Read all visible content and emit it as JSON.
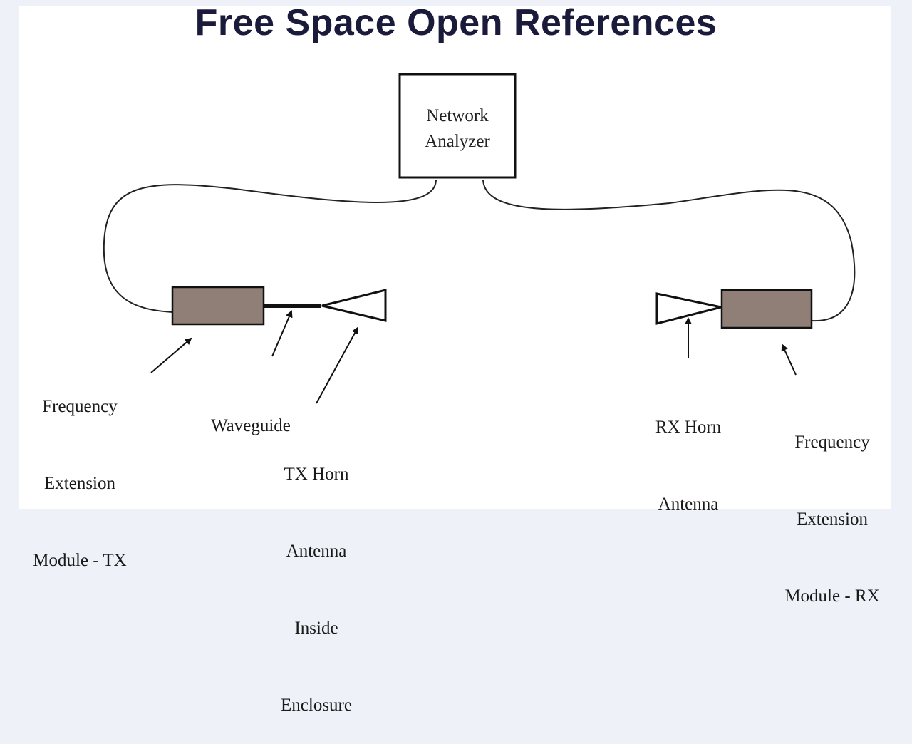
{
  "title": "Free Space Open References",
  "colors": {
    "background": "#eef2f8",
    "slide": "#ffffff",
    "title": "#1a1a3a",
    "module_fill": "#8f7f76",
    "stroke": "#111111"
  },
  "nodes": {
    "network_analyzer": {
      "label_line1": "Network",
      "label_line2": "Analyzer"
    },
    "tx_module": {
      "name": "Frequency Extension Module - TX"
    },
    "rx_module": {
      "name": "Frequency Extension Module - RX"
    },
    "tx_horn": {
      "name": "TX Horn Antenna"
    },
    "rx_horn": {
      "name": "RX Horn Antenna"
    },
    "waveguide": {
      "name": "Waveguide"
    }
  },
  "labels": {
    "tx_module": [
      "Frequency",
      "Extension",
      "Module - TX"
    ],
    "waveguide": [
      "Waveguide"
    ],
    "tx_horn": [
      "TX Horn",
      "Antenna",
      "Inside",
      "Enclosure"
    ],
    "rx_horn": [
      "RX Horn",
      "Antenna"
    ],
    "rx_module": [
      "Frequency",
      "Extension",
      "Module - RX"
    ]
  }
}
